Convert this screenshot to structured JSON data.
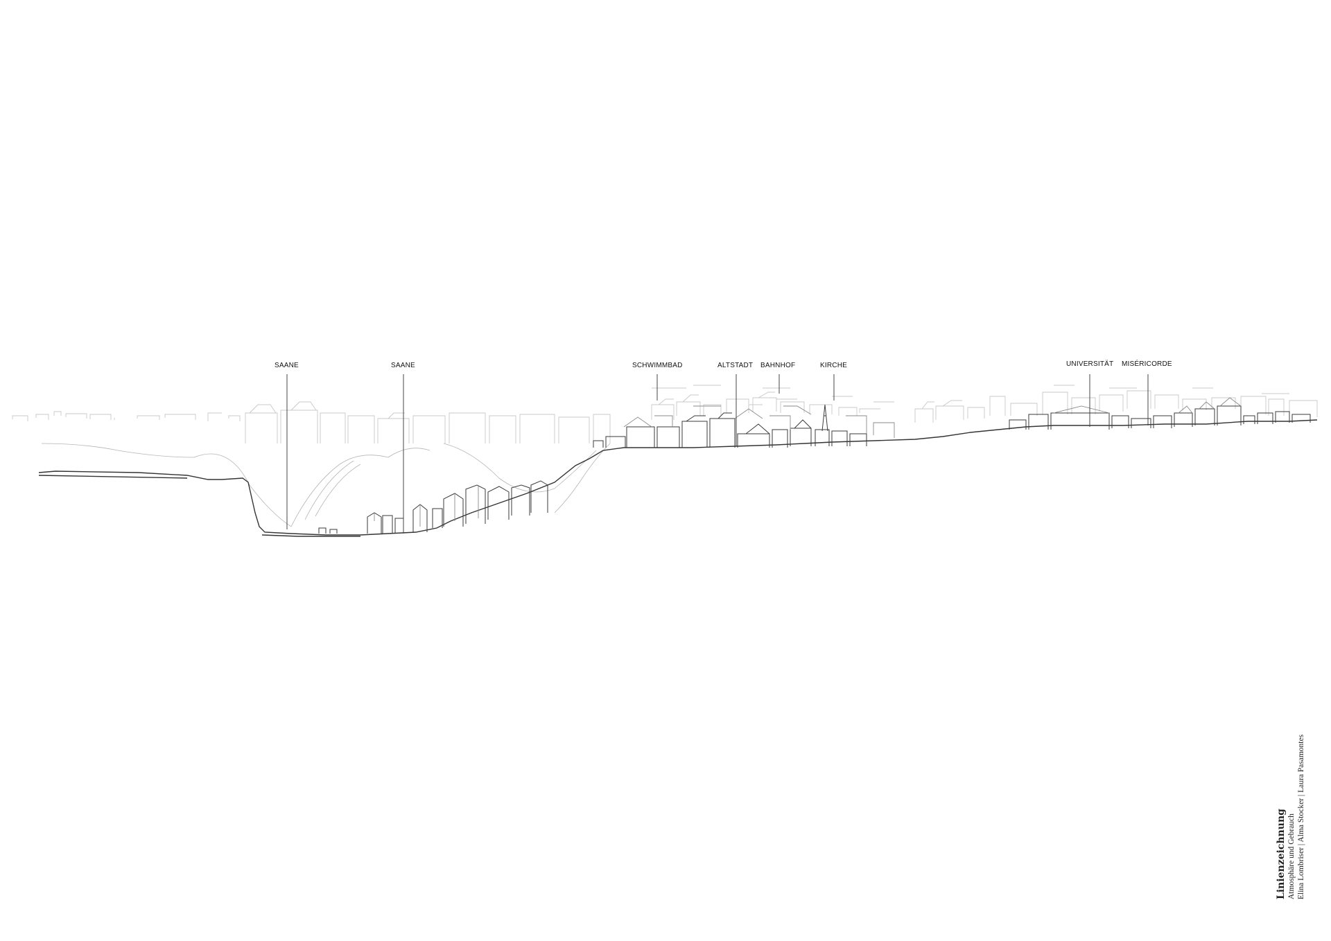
{
  "labels": [
    {
      "id": "saane-1",
      "text": "SAANE"
    },
    {
      "id": "saane-2",
      "text": "SAANE"
    },
    {
      "id": "schwimmbad",
      "text": "SCHWIMMBAD"
    },
    {
      "id": "altstadt",
      "text": "ALTSTADT"
    },
    {
      "id": "bahnhof",
      "text": "BAHNHOF"
    },
    {
      "id": "kirche",
      "text": "KIRCHE"
    },
    {
      "id": "universitaet",
      "text": "UNIVERSITÄT"
    },
    {
      "id": "misericorde",
      "text": "MISÉRICORDE"
    }
  ],
  "title_block": {
    "title": "Linienzeichnung",
    "subtitle": "Atmosphäre und Gebrauch",
    "authors": "Elina Lombriser | Alma Stocker | Laura Pasamontes"
  },
  "colors": {
    "background": "#ffffff",
    "ground_line": "#333333",
    "background_buildings": "#c8c8c8",
    "foreground_buildings": "#3a3a3a"
  }
}
